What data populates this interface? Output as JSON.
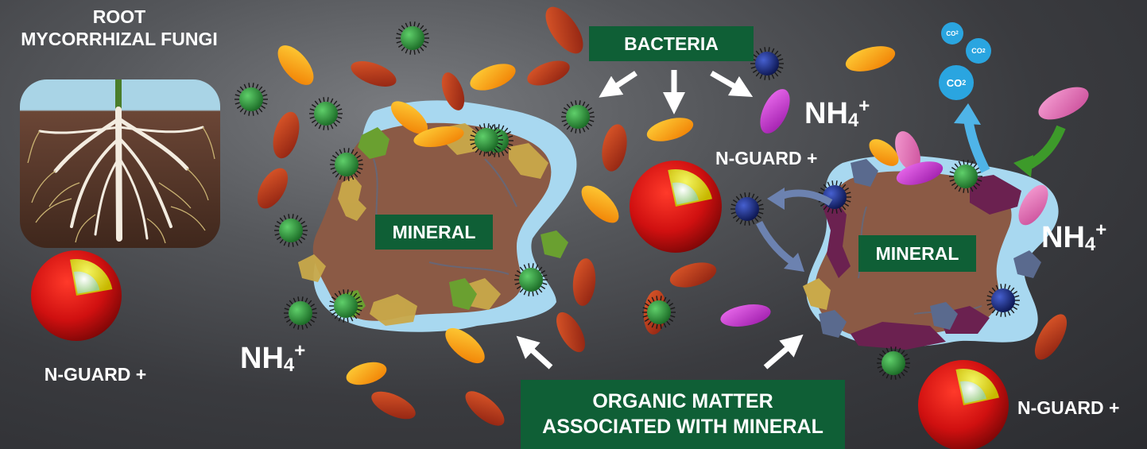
{
  "labels": {
    "root_line1": "ROOT",
    "root_line2": "MYCORRHIZAL FUNGI",
    "bacteria": "BACTERIA",
    "mineral_left": "MINERAL",
    "mineral_right": "MINERAL",
    "nguard_top": "N-GUARD +",
    "nguard_left": "N-GUARD +",
    "nguard_right": "N-GUARD +",
    "organic_line1": "ORGANIC MATTER",
    "organic_line2": "ASSOCIATED WITH MINERAL"
  },
  "ammonium": {
    "base": "NH",
    "sub": "4",
    "sup": "+"
  },
  "co2": {
    "base": "CO",
    "sub": "2"
  },
  "colors": {
    "label_box": "#0f5f36",
    "mineral": "#8b5a45",
    "water_film": "#a8d8f0",
    "bacteria_green": "#2e8b3e",
    "bacteria_navy": "#1a2a7a",
    "microbe_red": "#b8391e",
    "microbe_orange": "#f5a511",
    "microbe_pink": "#e070b0",
    "microbe_magenta": "#c22fd0",
    "co2_bubble": "#2aa5e0"
  },
  "icons": [
    "root-icon",
    "n-guard-granule-icon",
    "arrow-icon",
    "bacteria-icon"
  ]
}
